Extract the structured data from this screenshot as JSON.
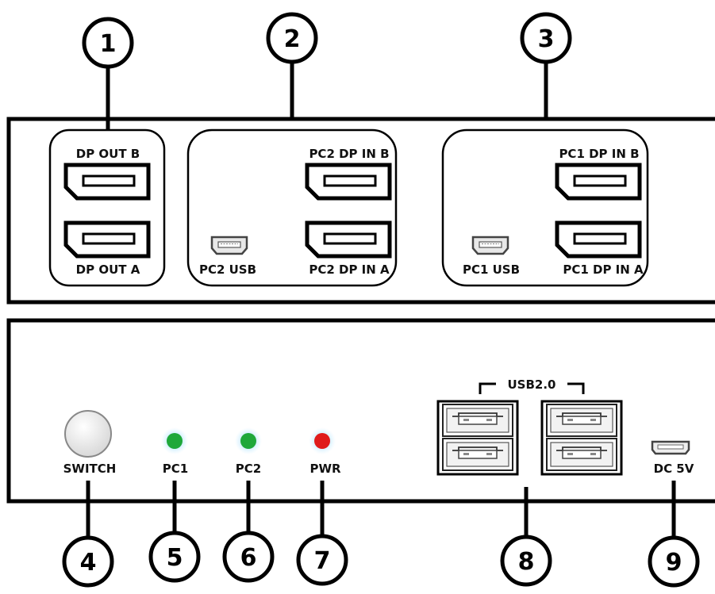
{
  "callouts": [
    "1",
    "2",
    "3",
    "4",
    "5",
    "6",
    "7",
    "8",
    "9"
  ],
  "rear_panel": {
    "group1": {
      "dp_out_b": "DP OUT B",
      "dp_out_a": "DP OUT A"
    },
    "group2": {
      "dp_in_b": "PC2 DP IN B",
      "dp_in_a": "PC2 DP IN A",
      "usb": "PC2 USB"
    },
    "group3": {
      "dp_in_b": "PC1 DP IN B",
      "dp_in_a": "PC1 DP IN A",
      "usb": "PC1 USB"
    }
  },
  "front_panel": {
    "switch": "SWITCH",
    "leds": [
      {
        "label": "PC1",
        "color": "#1fa83a"
      },
      {
        "label": "PC2",
        "color": "#1fa83a"
      },
      {
        "label": "PWR",
        "color": "#e01b1b"
      }
    ],
    "usb_header": "USB2.0",
    "dc": "DC 5V"
  },
  "icons": [
    "displayport-icon",
    "mini-usb-icon",
    "usb-a-icon",
    "push-button-icon",
    "led-icon",
    "dc-jack-icon"
  ]
}
